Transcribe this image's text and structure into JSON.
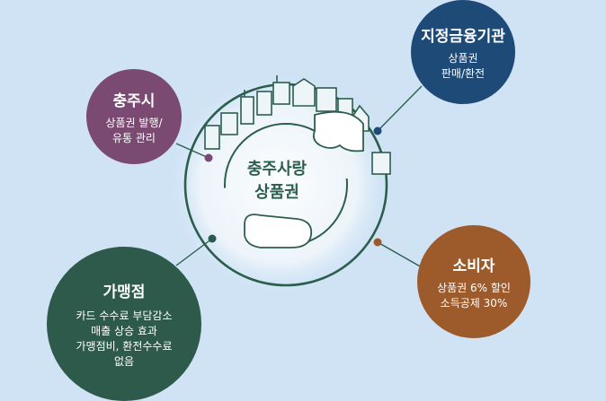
{
  "center": {
    "line1": "충주사랑",
    "line2": "상품권"
  },
  "nodes": {
    "city": {
      "title": "충주시",
      "lines": [
        "상품권 발행/",
        "유통 관리"
      ],
      "color": "#7b4a72"
    },
    "financial": {
      "title": "지정금융기관",
      "lines": [
        "상품권",
        "판매/환전"
      ],
      "color": "#1e4a78"
    },
    "merchant": {
      "title": "가맹점",
      "lines": [
        "카드 수수료 부담감소",
        "매출 상승 효과",
        "가맹점비, 환전수수료",
        "없음"
      ],
      "color": "#2d5a4b"
    },
    "consumer": {
      "title": "소비자",
      "lines": [
        "상품권 6% 할인",
        "소득공제 30%"
      ],
      "color": "#9d5a2b"
    }
  },
  "colors": {
    "background": "#cfe3f5",
    "ring": "#2c5e4e",
    "dot_city": "#7b4a72",
    "dot_financial": "#1e4a78",
    "dot_merchant": "#2d5a4b",
    "dot_consumer": "#9d5a2b"
  },
  "icons": [
    "city-skyline-icon",
    "hand-icon"
  ]
}
